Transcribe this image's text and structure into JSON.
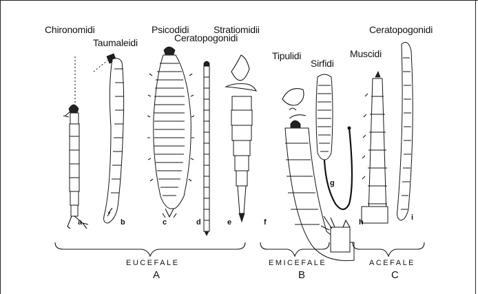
{
  "family_labels": {
    "chironomidi": "Chironomidi",
    "taumaleidi": "Taumaleidi",
    "psicodidi": "Psicodidi",
    "ceratopogonidi_1": "Ceratopogonidi",
    "stratiomidii": "Stratiomidii",
    "tipulidi": "Tipulidi",
    "sirfidi": "Sirfidi",
    "muscidi": "Muscidi",
    "ceratopogonidi_2": "Ceratopogonidi"
  },
  "larva_letters": {
    "a": "a",
    "b": "b",
    "c": "c",
    "d": "d",
    "e": "e",
    "f": "f",
    "g": "g",
    "h": "h",
    "i": "i"
  },
  "groups": [
    {
      "name": "EUCEFALE",
      "letter": "A"
    },
    {
      "name": "EMICEFALE",
      "letter": "B"
    },
    {
      "name": "ACEFALE",
      "letter": "C"
    }
  ]
}
